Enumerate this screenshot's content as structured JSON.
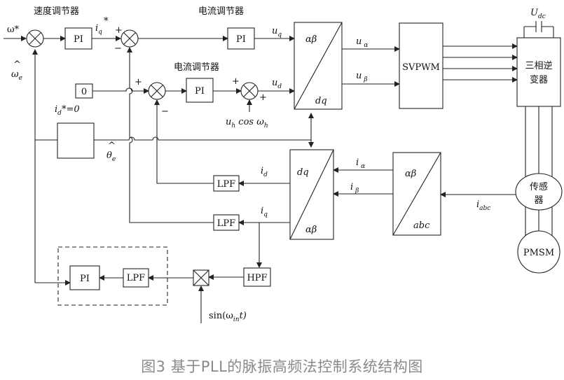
{
  "labels": {
    "speed_regulator": "速度调节器",
    "current_regulator_top": "电流调节器",
    "current_regulator_mid": "电流调节器",
    "omega_ref": "ω*",
    "omega_e": "ω",
    "omega_e_sub": "e",
    "iq_ref": "i",
    "iq_ref_sub": "q",
    "iq_ref_sup": "*",
    "id_ref": "i",
    "id_ref_sub": "d",
    "id_ref_eq": "*=0",
    "zero": "0",
    "pi": "PI",
    "lpf": "LPF",
    "hpf": "HPF",
    "svpwm": "SVPWM",
    "inverter_line1": "三相逆",
    "inverter_line2": "变器",
    "sensor_line1": "传感",
    "sensor_line2": "器",
    "pmsm": "PMSM",
    "udc": "U",
    "udc_sub": "dc",
    "uq": "u",
    "uq_sub": "q",
    "ud": "u",
    "ud_sub": "d",
    "ualpha": "u",
    "ualpha_sub": "α",
    "ubeta": "u",
    "ubeta_sub": "β",
    "ialpha": "i",
    "ialpha_sub": "α",
    "ibeta": "i",
    "ibeta_sub": "β",
    "iabc": "i",
    "iabc_sub": "abc",
    "id": "i",
    "id_sub": "d",
    "iq": "i",
    "iq_sub": "q",
    "theta_e": "θ",
    "theta_e_sub": "e",
    "uh_cos": "u",
    "uh_sub": "h",
    "cos": " cos ω",
    "cos_sub": "h",
    "sin": "sin(ω",
    "sin_sub": "in",
    "sin_tail": "t)",
    "ab": "αβ",
    "dq": "dq",
    "abc": "abc",
    "plus": "+",
    "minus": "−"
  },
  "caption": "图3 基于PLL的脉振高频法控制系统结构图"
}
